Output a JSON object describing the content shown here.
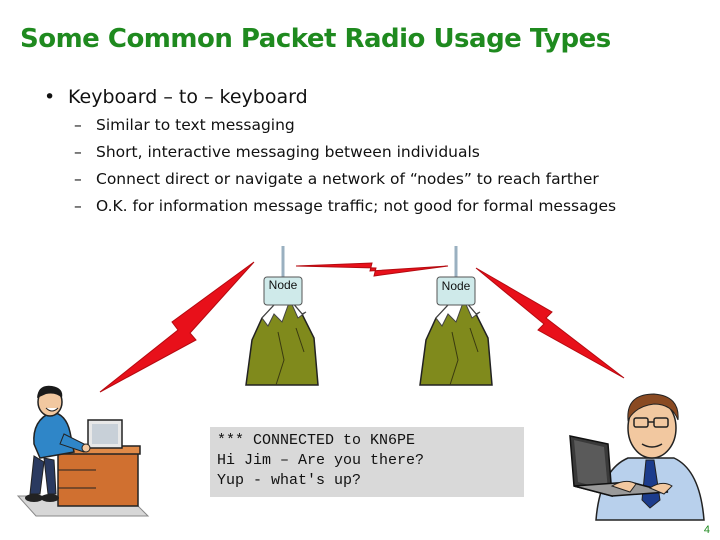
{
  "slide": {
    "title": "Some Common Packet Radio Usage Types",
    "bullet": "Keyboard – to – keyboard",
    "subbullets": [
      "Similar to text messaging",
      "Short, interactive messaging between individuals",
      "Connect direct or navigate a network of “nodes” to reach farther",
      "O.K. for information message traffic; not good for formal messages"
    ],
    "node_labels": [
      "Node",
      "Node"
    ],
    "terminal_lines": [
      "*** CONNECTED to KN6PE",
      "Hi Jim – Are you there?",
      "Yup - what's up?"
    ],
    "page_number": "4"
  },
  "icons": [
    "lightning-bolt-icon",
    "mountain-icon",
    "antenna-icon",
    "person-at-desk-icon",
    "person-with-laptop-icon"
  ],
  "colors": {
    "title": "#1f8a1f",
    "lightning": "#e8101a",
    "mountain": "#808a1c",
    "terminal_bg": "#d9d9d9",
    "node_label_bg": "#cfeaea"
  }
}
